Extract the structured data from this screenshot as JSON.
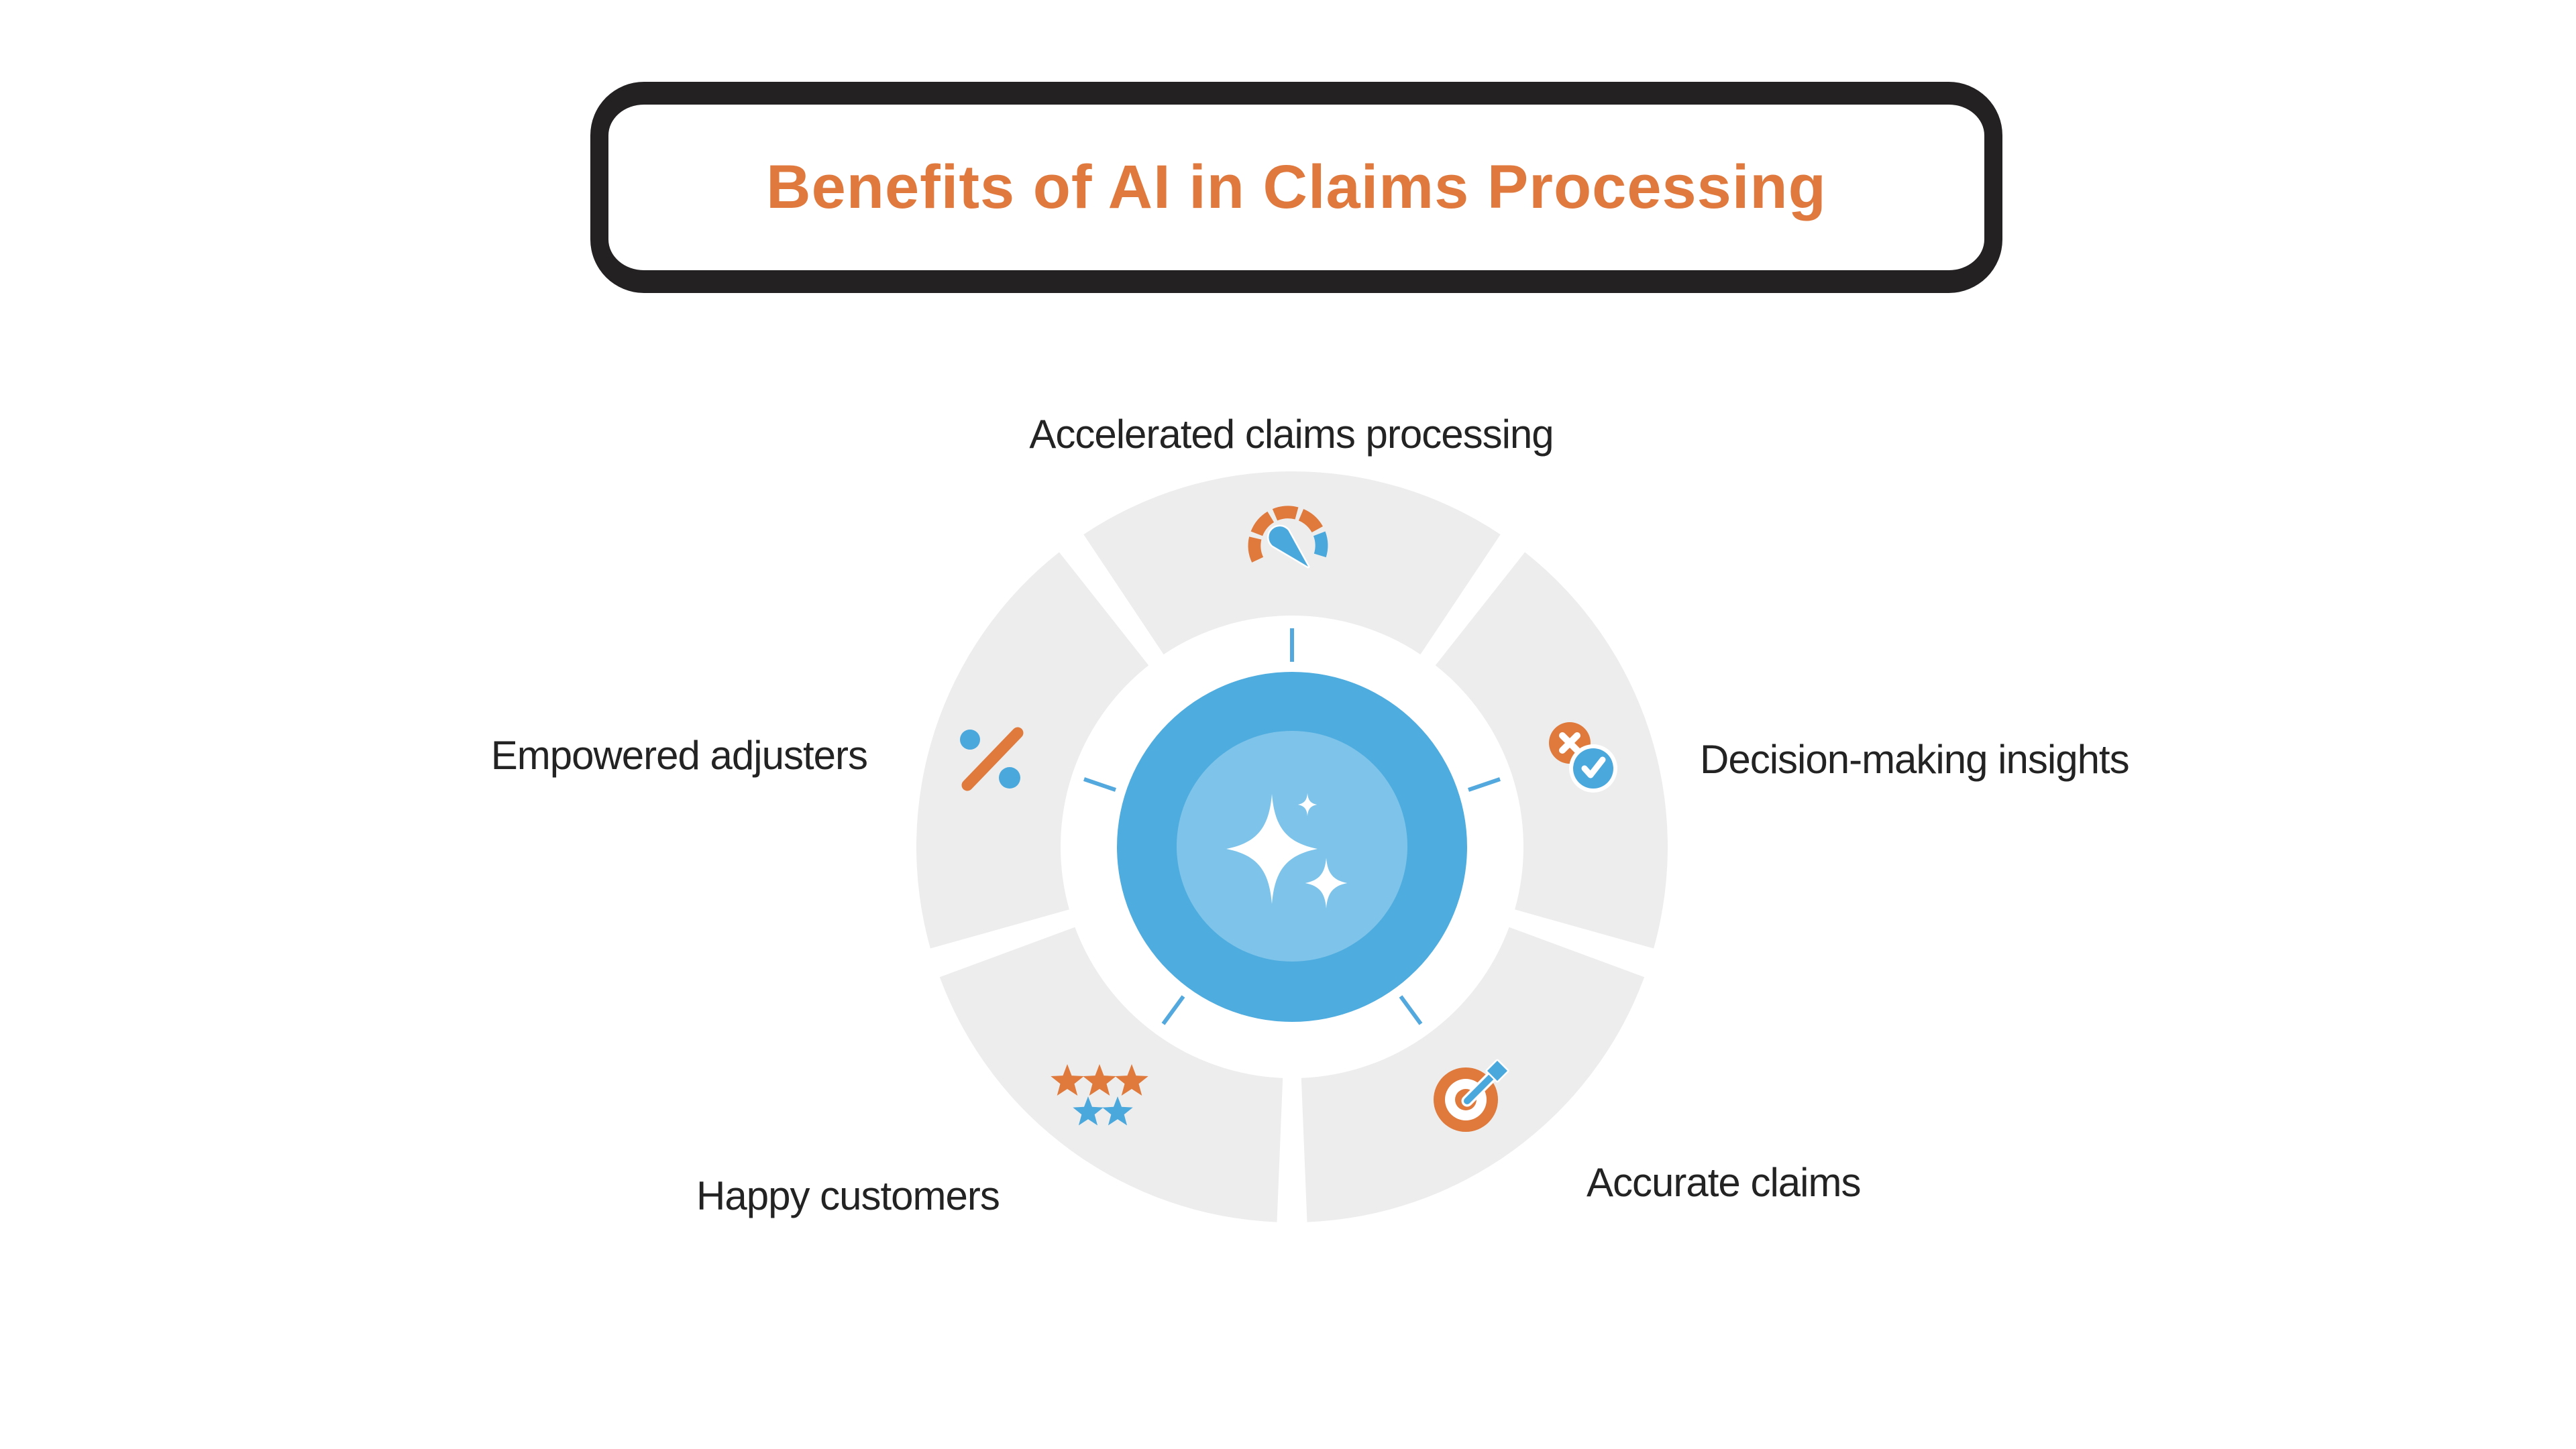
{
  "title": "Benefits of AI in Claims Processing",
  "wheel": {
    "center_icon": "sparkles",
    "segments": [
      {
        "id": "accelerated",
        "label": "Accelerated claims processing",
        "icon": "speedometer-icon",
        "position": "top"
      },
      {
        "id": "decision",
        "label": "Decision-making insights",
        "icon": "x-check-icon",
        "position": "right"
      },
      {
        "id": "accurate",
        "label": "Accurate claims",
        "icon": "target-dart-icon",
        "position": "bottom-right"
      },
      {
        "id": "happy",
        "label": "Happy customers",
        "icon": "five-stars-icon",
        "position": "bottom-left"
      },
      {
        "id": "empowered",
        "label": "Empowered adjusters",
        "icon": "percent-icon",
        "position": "left"
      }
    ]
  },
  "colors": {
    "accent_orange": "#E0793E",
    "accent_blue": "#4FACDF",
    "light_blue": "#7EC4EA",
    "segment_gray": "#EDEDED",
    "tick_blue": "#53A9DD",
    "text_dark": "#232323",
    "frame_black": "#242122",
    "background": "#FFFFFF"
  }
}
